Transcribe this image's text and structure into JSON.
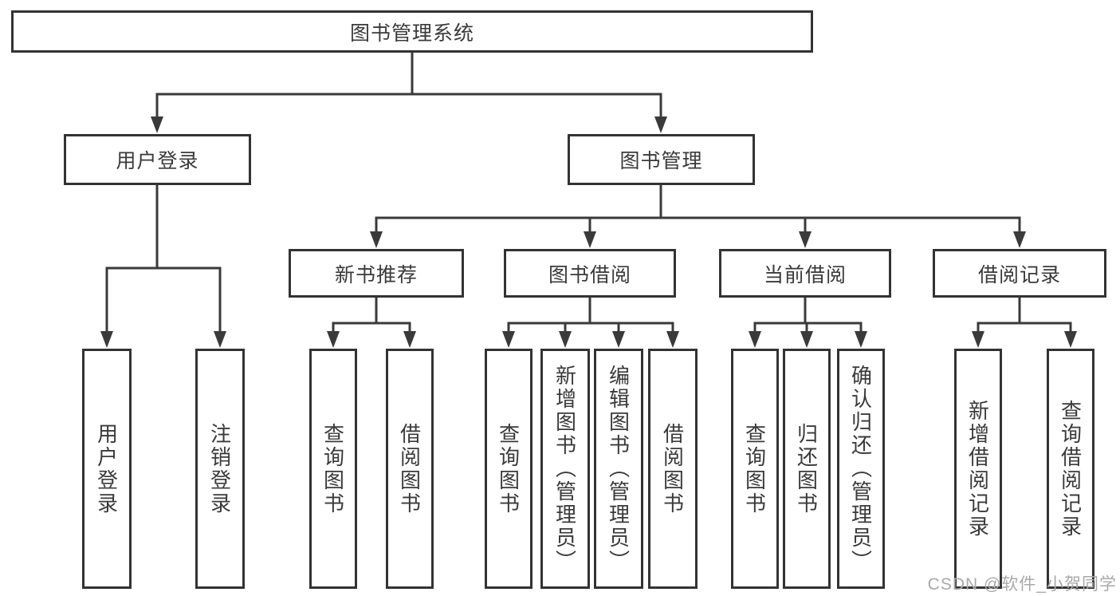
{
  "diagram": {
    "root": {
      "label": "图书管理系统"
    },
    "level2": [
      {
        "label": "用户登录"
      },
      {
        "label": "图书管理"
      }
    ],
    "level3": [
      {
        "label": "新书推荐"
      },
      {
        "label": "图书借阅"
      },
      {
        "label": "当前借阅"
      },
      {
        "label": "借阅记录"
      }
    ],
    "leaves": [
      {
        "label": "用户登录"
      },
      {
        "label": "注销登录"
      },
      {
        "label": "查询图书"
      },
      {
        "label": "借阅图书"
      },
      {
        "label": "查询图书"
      },
      {
        "label": "新增图书（管理员）"
      },
      {
        "label": "编辑图书（管理员）"
      },
      {
        "label": "借阅图书"
      },
      {
        "label": "查询图书"
      },
      {
        "label": "归还图书"
      },
      {
        "label": "确认归还（管理员）"
      },
      {
        "label": "新增借阅记录"
      },
      {
        "label": "查询借阅记录"
      }
    ]
  },
  "watermark": {
    "text": "CSDN @软件_小贺同学"
  },
  "colors": {
    "line": "#3a3a3a",
    "box_border": "#333333",
    "text": "#3a3a3a",
    "watermark": "#a9a9a9",
    "background": "#ffffff"
  }
}
